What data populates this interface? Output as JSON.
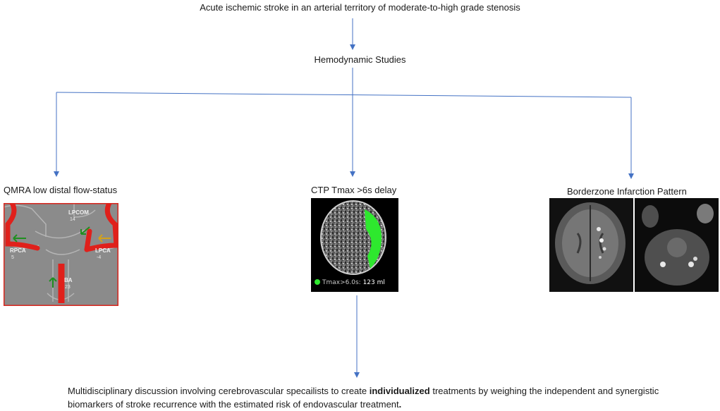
{
  "top": "Acute ischemic stroke in an arterial territory of moderate-to-high grade stenosis",
  "hemodynamic": "Hemodynamic Studies",
  "branches": {
    "qmra": {
      "title": "QMRA low distal flow-status",
      "labels": {
        "lpcom": "LPCOM",
        "lpcom_value": "14",
        "rpca": "RPCA",
        "rpca_value": "5",
        "lpca": "LPCA",
        "lpca_value": "-4",
        "ba": "BA",
        "ba_value": "23"
      }
    },
    "ctp": {
      "title": "CTP Tmax >6s delay",
      "legend_label": "Tmax>6.0s:",
      "legend_value": "123 ml"
    },
    "borderzone": {
      "title": "Borderzone Infarction Pattern"
    }
  },
  "bottom": {
    "before": "Multidisciplinary discussion involving cerebrovascular specailists to create ",
    "bold1": "individualized",
    "middle": " treatments by weighing the independent and synergistic biomarkers of stroke recurrence with the estimated risk of endovascular treatment",
    "bold2": "."
  },
  "colors": {
    "arrow": "#4472c4",
    "vessel": "#e0201b",
    "perfusion": "#2ee82e"
  }
}
